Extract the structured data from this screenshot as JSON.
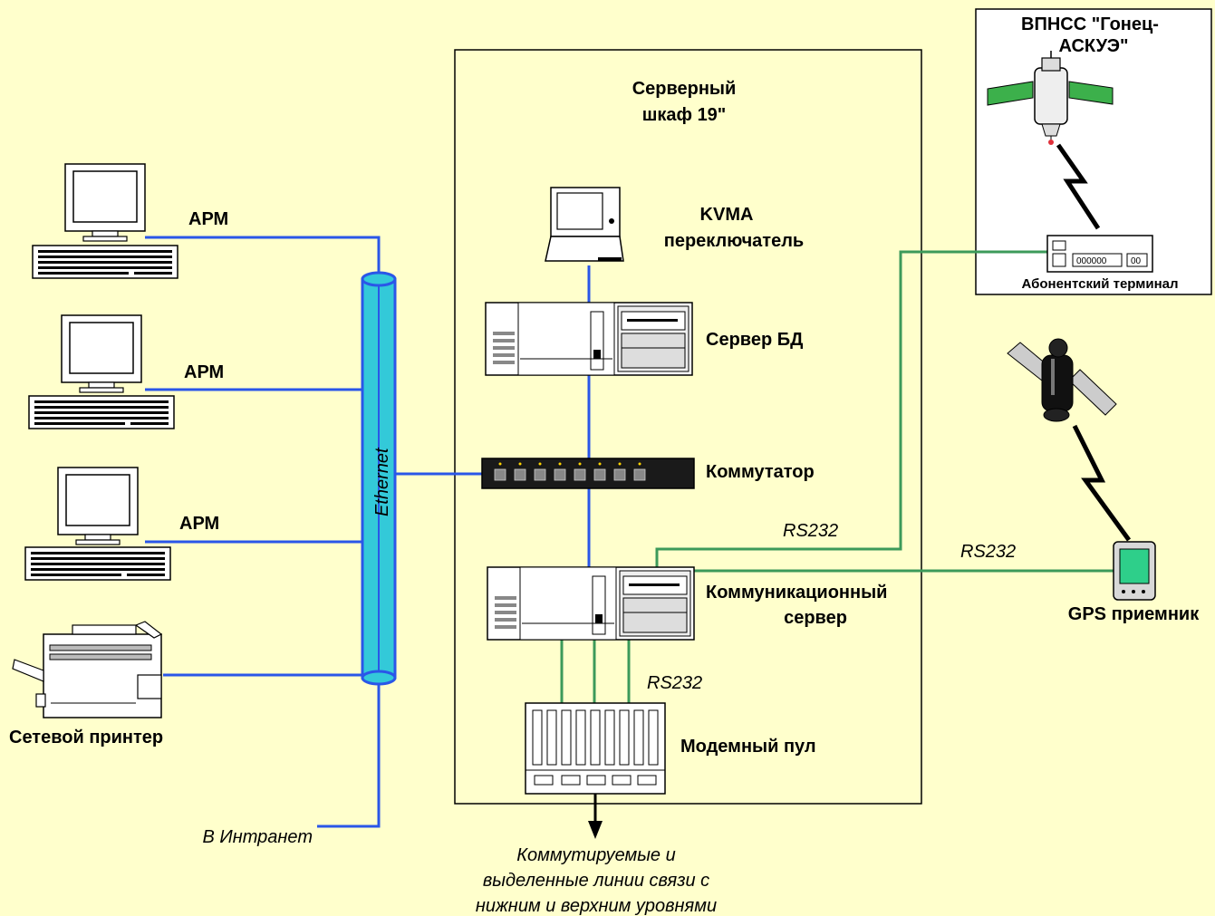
{
  "colors": {
    "background": "#ffffcc",
    "ethernet_line": "#2a56e8",
    "serial_line": "#3c9a5a",
    "ethernet_bus": "#33c9d9"
  },
  "cabinet": {
    "title_line1": "Серверный",
    "title_line2": "шкаф 19\""
  },
  "workstations": [
    {
      "label": "АРМ"
    },
    {
      "label": "АРМ"
    },
    {
      "label": "АРМ"
    }
  ],
  "printer": {
    "label": "Сетевой принтер"
  },
  "ethernet": {
    "label": "Ethernet"
  },
  "intranet": {
    "label": "В Интранет"
  },
  "kvm": {
    "line1": "KVMA",
    "line2": "переключатель"
  },
  "db_server": {
    "label": "Сервер БД"
  },
  "switch": {
    "label": "Коммутатор"
  },
  "comm_server": {
    "line1": "Коммуникационный",
    "line2": "сервер"
  },
  "modem_pool": {
    "label": "Модемный пул"
  },
  "rs232": {
    "label_1": "RS232",
    "label_2": "RS232",
    "label_3": "RS232"
  },
  "lines_note": {
    "line1": "Коммутируемые и",
    "line2": "выделенные линии связи с",
    "line3": "нижним и верхним уровнями"
  },
  "satellite_system": {
    "title_line1": "ВПНСС \"Гонец-",
    "title_line2": "АСКУЭ\"",
    "terminal_label": "Абонентский терминал",
    "terminal_display": "000000",
    "terminal_display2": "00"
  },
  "gps": {
    "label": "GPS приемник"
  }
}
